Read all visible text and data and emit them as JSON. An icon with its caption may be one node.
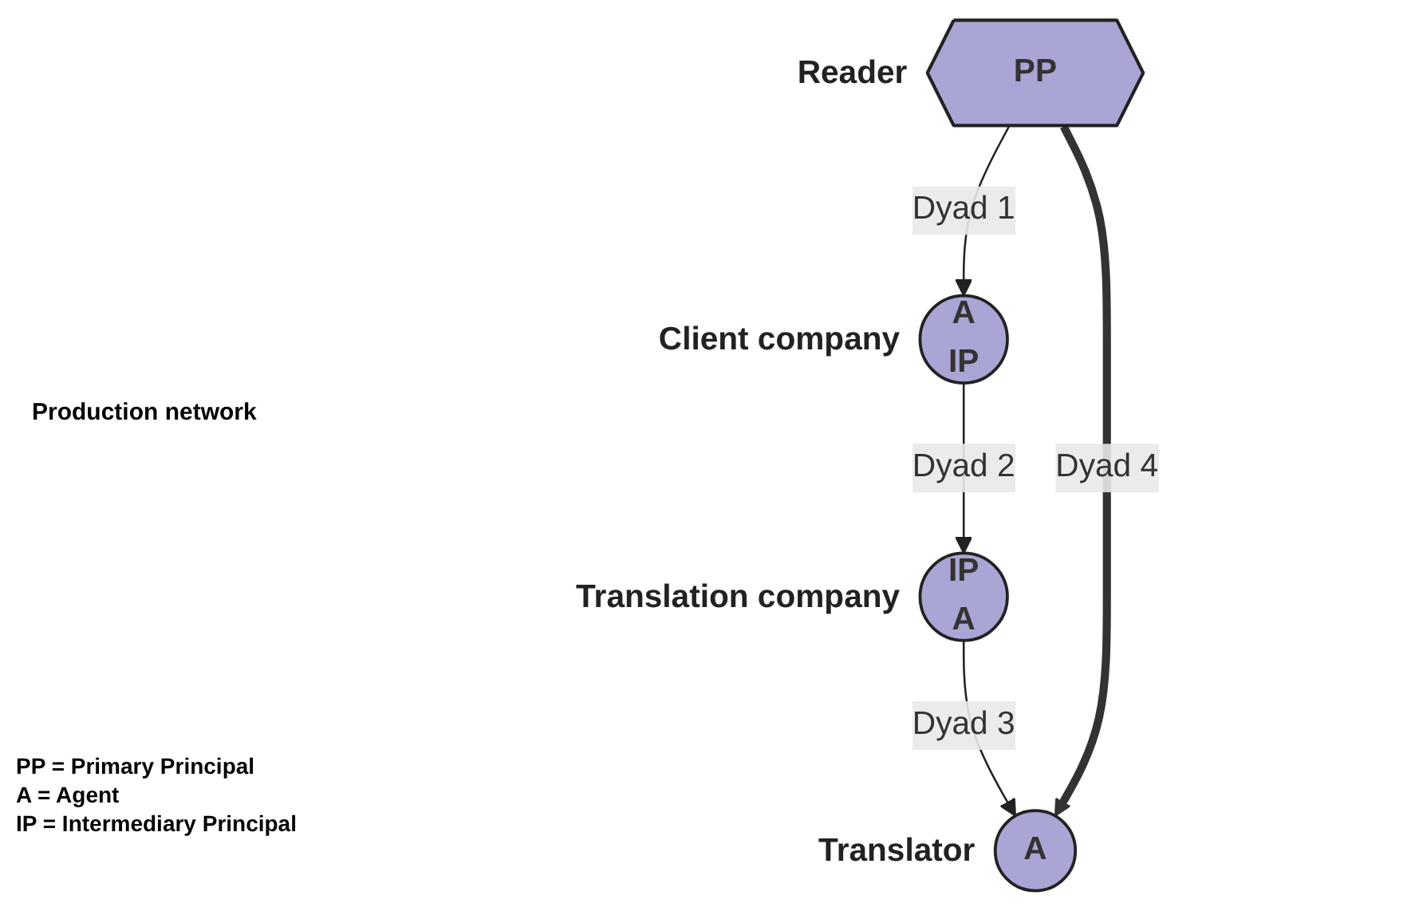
{
  "diagram": {
    "nodes": [
      {
        "text": [
          "PP"
        ],
        "beside": [
          "Reader"
        ]
      },
      {
        "text": [
          "A"
        ],
        "beside": [
          "Translator"
        ]
      },
      {
        "text": [
          "A",
          "IP"
        ],
        "beside": [
          "Client company"
        ]
      },
      {
        "text": [
          "IP",
          "A"
        ],
        "beside": [
          "Translation company"
        ]
      }
    ],
    "edges": [
      {
        "from": 0,
        "to": 2,
        "arrow": "to",
        "label": "Dyad 1"
      },
      {
        "from": 2,
        "to": 3,
        "arrow": "to",
        "label": "Dyad 2"
      },
      {
        "from": 3,
        "to": 1,
        "arrow": "to",
        "label": "Dyad 3"
      },
      {
        "from": 0,
        "to": 1,
        "arrow": "to",
        "label": "Dyad 4",
        "style": "thick"
      }
    ],
    "labels": [
      "Production network",
      "PP = Primary Principal",
      "A = Agent",
      "IP = Intermediary Principal"
    ]
  }
}
